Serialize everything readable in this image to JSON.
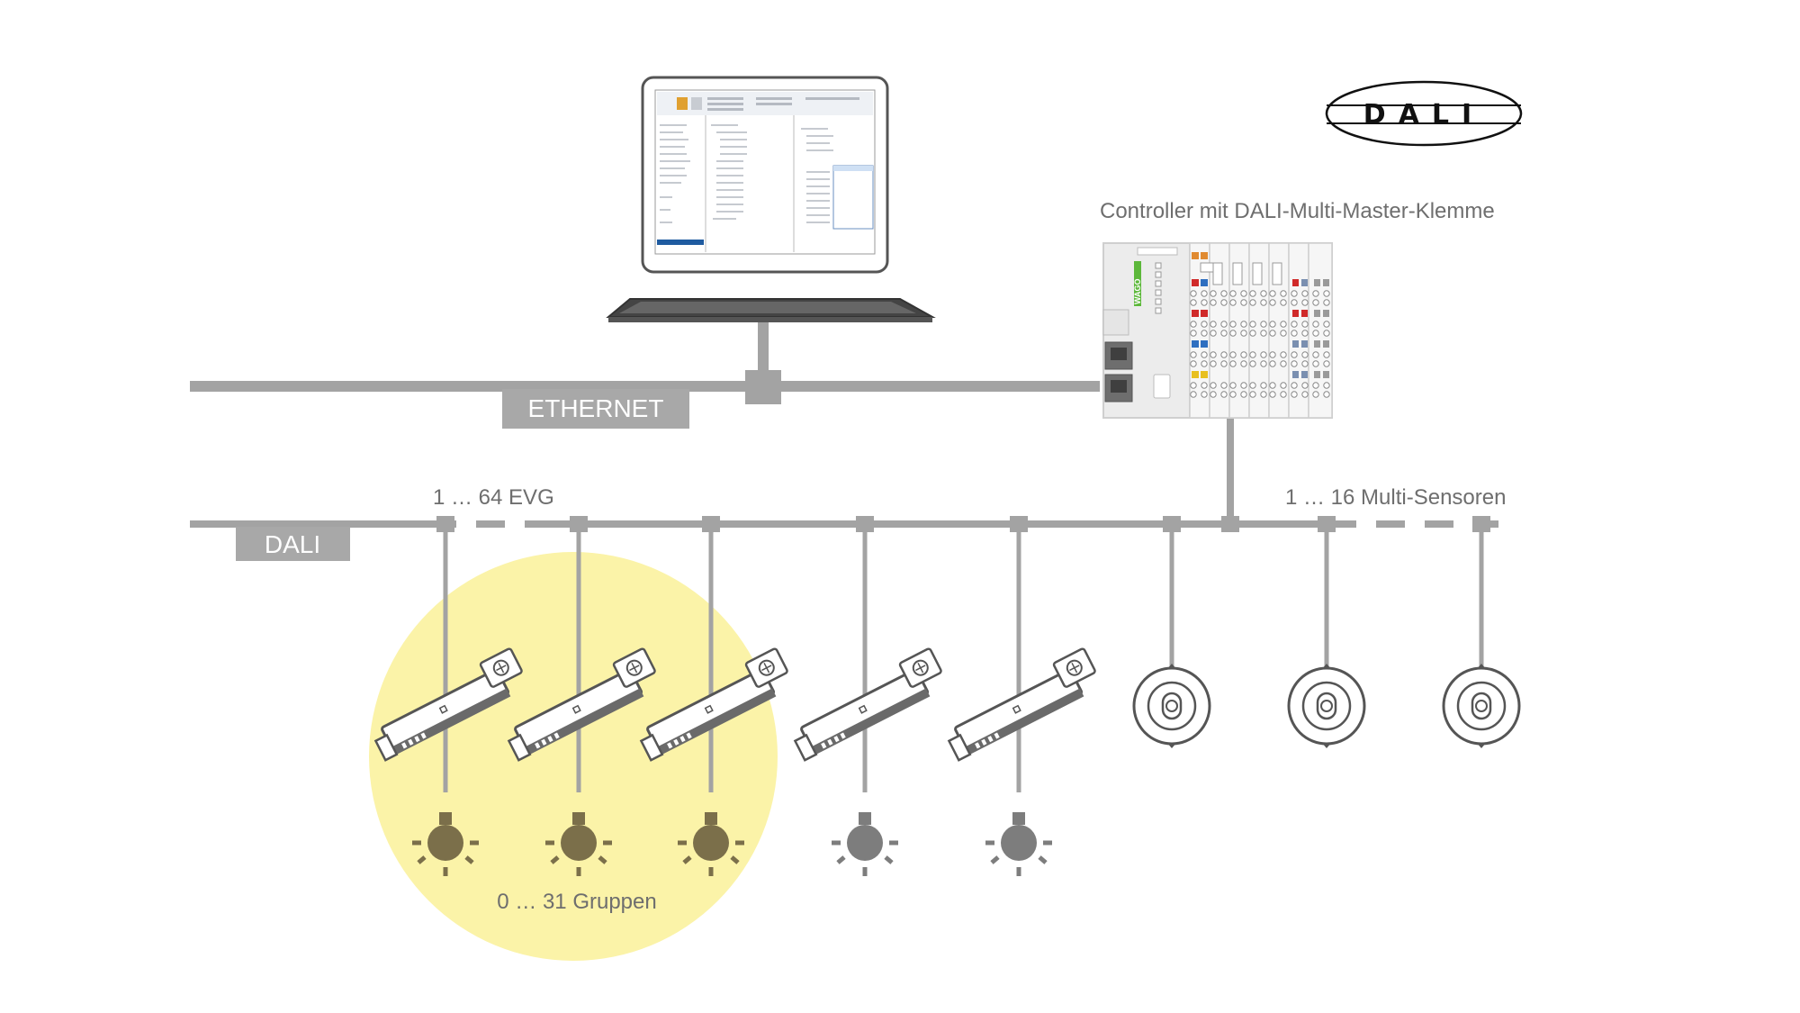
{
  "labels": {
    "ethernet": "ETHERNET",
    "dali_bus": "DALI",
    "controller_caption": "Controller mit DALI-Multi-Master-Klemme",
    "evg_range": "1 … 64 EVG",
    "sensor_range": "1 … 16 Multi-Sensoren",
    "groups": "0 … 31 Gruppen",
    "logo_text": "DALI",
    "controller_brand": "WAGO"
  },
  "colors": {
    "bus_gray": "#a3a3a3",
    "label_box_gray": "#a8a8a8",
    "text_gray": "#6e6e6e",
    "group_highlight": "#fbf3a8",
    "lamp_grouped": "#7b6f4a",
    "lamp_ungrouped": "#7d7d7d",
    "wago_green": "#5cb83a"
  },
  "icons": {
    "computer": "laptop-icon",
    "controller": "plc-controller-icon",
    "ballast": "ballast-icon",
    "lamp": "light-bulb-icon",
    "sensor": "multi-sensor-icon"
  },
  "devices": {
    "ballasts_grouped": 3,
    "ballasts_ungrouped": 2,
    "sensors": 3
  }
}
